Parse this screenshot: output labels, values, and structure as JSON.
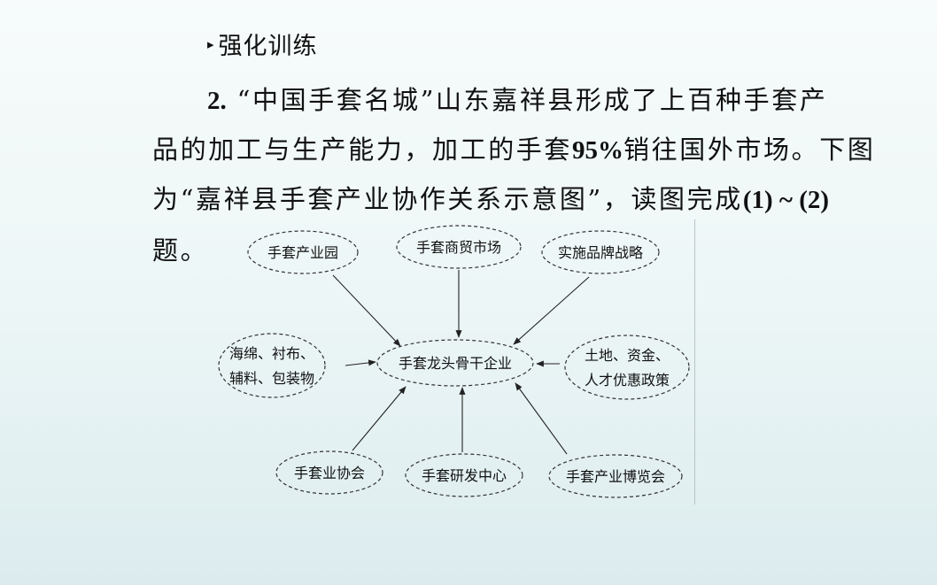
{
  "heading": {
    "marker": "▸",
    "text": "强化训练"
  },
  "question": {
    "number": "2.",
    "line1": "“中国手套名城”山东嘉祥县形成了上百种手套产",
    "line2_pre": "品的加工与生产能力，加工的手套",
    "line2_bold": "95%",
    "line2_post": "销往国外市场。下图",
    "line3_pre": "为“嘉祥县手套产业协作关系示意图”，读图完成",
    "line3_bold": "(1) ~ (2)",
    "line4": "题。"
  },
  "diagram": {
    "center": "手套龙头骨干企业",
    "top_left": "手套产业园",
    "top_middle": "手套商贸市场",
    "top_right": "实施品牌战略",
    "left_line1": "海绵、衬布、",
    "left_line2": "辅料、包装物",
    "right_line1": "土地、资金、",
    "right_line2": "人才优惠政策",
    "bottom_left": "手套业协会",
    "bottom_middle": "手套研发中心",
    "bottom_right": "手套产业博览会"
  }
}
